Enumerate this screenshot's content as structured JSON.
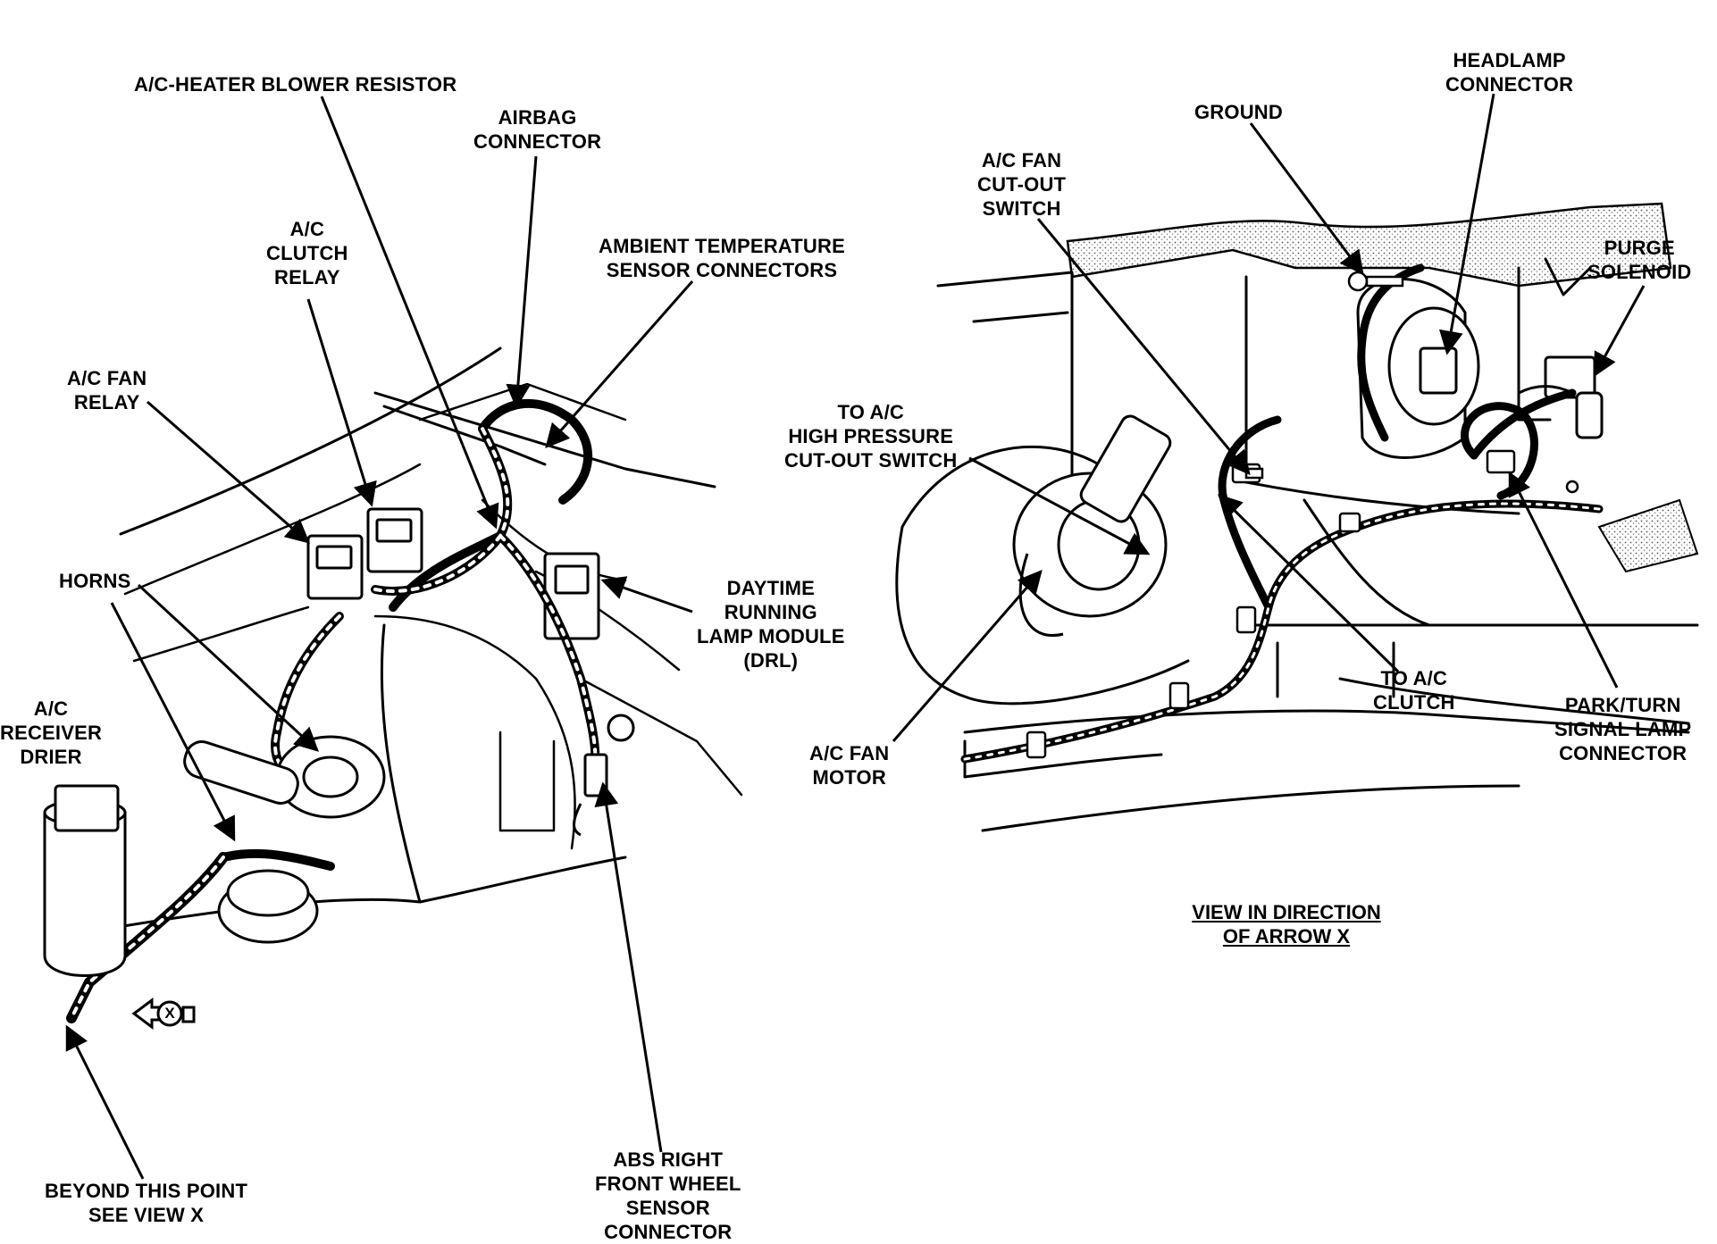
{
  "labels": {
    "blower_resistor": [
      "A/C-HEATER BLOWER RESISTOR"
    ],
    "airbag_connector": [
      "AIRBAG",
      "CONNECTOR"
    ],
    "clutch_relay": [
      "A/C",
      "CLUTCH",
      "RELAY"
    ],
    "ambient_sensor": [
      "AMBIENT TEMPERATURE",
      "SENSOR CONNECTORS"
    ],
    "fan_relay": [
      "A/C FAN",
      "RELAY"
    ],
    "horns": [
      "HORNS"
    ],
    "drl_module": [
      "DAYTIME",
      "RUNNING",
      "LAMP MODULE",
      "(DRL)"
    ],
    "receiver_drier": [
      "A/C",
      "RECEIVER",
      "DRIER"
    ],
    "beyond_point": [
      "BEYOND THIS POINT",
      "SEE VIEW X"
    ],
    "abs_sensor": [
      "ABS RIGHT",
      "FRONT WHEEL",
      "SENSOR",
      "CONNECTOR"
    ],
    "ground": [
      "GROUND"
    ],
    "headlamp_connector": [
      "HEADLAMP",
      "CONNECTOR"
    ],
    "fan_cutout_switch": [
      "A/C FAN",
      "CUT-OUT",
      "SWITCH"
    ],
    "purge_solenoid": [
      "PURGE",
      "SOLENOID"
    ],
    "high_pressure_switch": [
      "TO A/C",
      "HIGH PRESSURE",
      "CUT-OUT SWITCH"
    ],
    "ac_clutch": [
      "TO A/C",
      "CLUTCH"
    ],
    "fan_motor": [
      "A/C FAN",
      "MOTOR"
    ],
    "park_turn_connector": [
      "PARK/TURN",
      "SIGNAL LAMP",
      "CONNECTOR"
    ]
  },
  "caption": [
    "VIEW IN DIRECTION",
    "OF ARROW X"
  ],
  "arrow_marker": "X"
}
